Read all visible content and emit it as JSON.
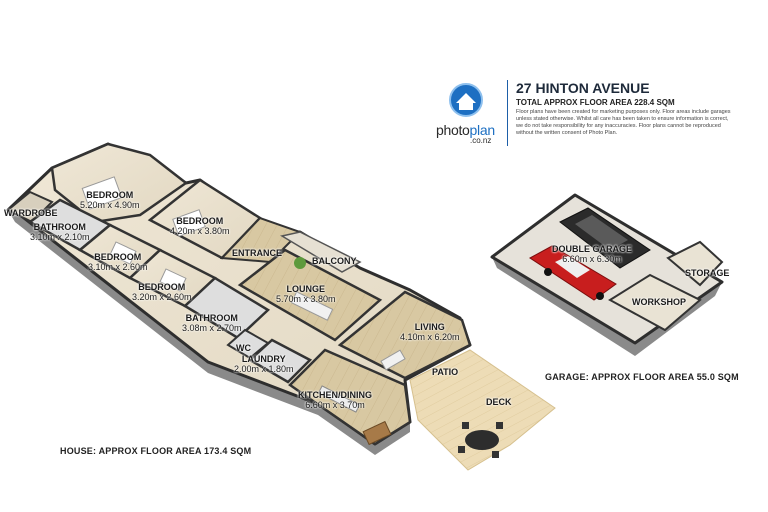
{
  "header": {
    "title": "27 HINTON AVENUE",
    "total_area": "TOTAL APPROX FLOOR AREA 228.4 SQM",
    "disclaimer": "Floor plans have been created for marketing purposes only. Floor areas include garages unless stated otherwise. Whilst all care has been taken to ensure information is correct, we do not take responsibility for any inaccuracies. Floor plans cannot be reproduced without the written consent of Photo Plan."
  },
  "logo": {
    "word_dark": "photo",
    "word_blue": "plan",
    "sub": ".co.nz"
  },
  "rooms": {
    "bedroom1": {
      "name": "BEDROOM",
      "dim": "5.20m x 4.90m"
    },
    "bedroom2": {
      "name": "BEDROOM",
      "dim": "4.20m x 3.80m"
    },
    "wardrobe": {
      "name": "WARDROBE"
    },
    "bathroom1": {
      "name": "BATHROOM",
      "dim": "3.10m x 2.10m"
    },
    "bedroom3": {
      "name": "BEDROOM",
      "dim": "3.10m x 2.60m"
    },
    "bedroom4": {
      "name": "BEDROOM",
      "dim": "3.20m x 2.60m"
    },
    "bathroom2": {
      "name": "BATHROOM",
      "dim": "3.08m x 2.70m"
    },
    "entrance": {
      "name": "ENTRANCE"
    },
    "balcony": {
      "name": "BALCONY"
    },
    "lounge": {
      "name": "LOUNGE",
      "dim": "5.70m x 3.80m"
    },
    "wc": {
      "name": "WC"
    },
    "laundry": {
      "name": "LAUNDRY",
      "dim": "2.00m x 1.80m"
    },
    "living": {
      "name": "LIVING",
      "dim": "4.10m x 6.20m"
    },
    "kitchen": {
      "name": "KITCHEN/DINING",
      "dim": "6.60m x 3.70m"
    },
    "patio": {
      "name": "PATIO"
    },
    "deck": {
      "name": "DECK"
    },
    "garage": {
      "name": "DOUBLE GARAGE",
      "dim": "6.60m x 6.30m"
    },
    "storage": {
      "name": "STORAGE"
    },
    "workshop": {
      "name": "WORKSHOP"
    }
  },
  "notes": {
    "house_area": "HOUSE: APPROX FLOOR AREA 173.4 SQM",
    "garage_area": "GARAGE: APPROX FLOOR AREA 55.0 SQM"
  },
  "colors": {
    "wall_top": "#3a3a3a",
    "wall_side": "#7a7a7a",
    "floor_carpet": "#e9e1cf",
    "floor_wood": "#d9c9a4",
    "floor_tile": "#dcdcdc",
    "deck": "#ecdcb9",
    "brand_blue": "#1d6fc2",
    "car_red": "#c81e1e"
  }
}
